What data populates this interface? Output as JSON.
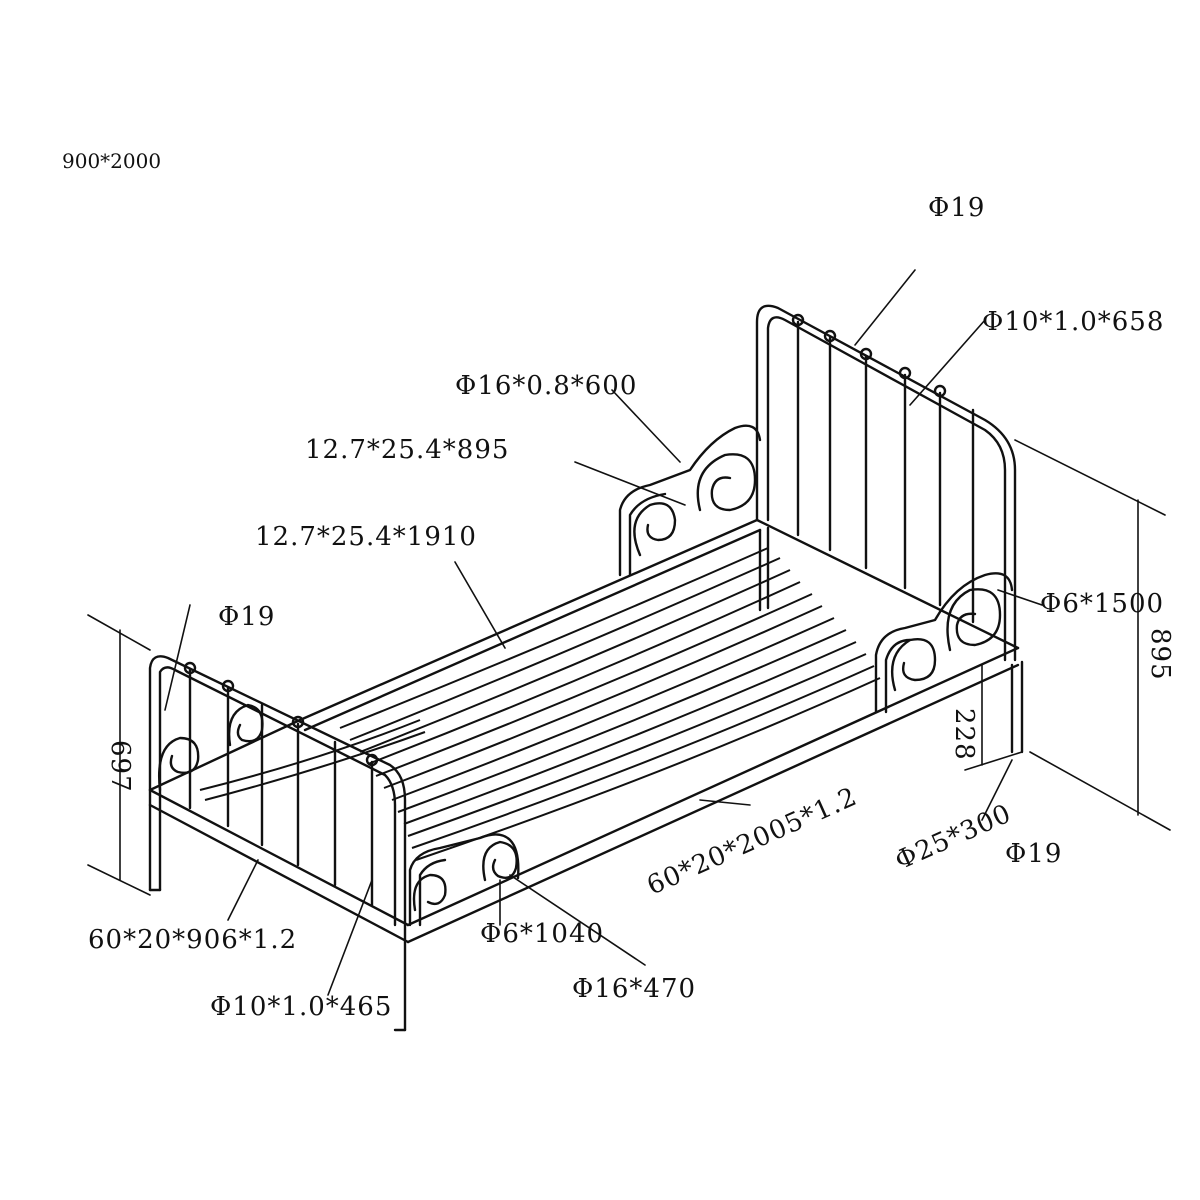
{
  "labels": {
    "size": "900*2000",
    "head_post_dia": "Φ19",
    "head_bar": "Φ10*1.0*658",
    "side_scroll_bar": "Φ16*0.8*600",
    "side_rail_short": "12.7*25.4*895",
    "side_rail_long": "12.7*25.4*1910",
    "foot_post_dia": "Φ19",
    "head_scroll": "Φ6*1500",
    "head_height": "895",
    "leg_height": "228",
    "foot_height": "697",
    "long_frame": "60*20*2005*1.2",
    "leg_post": "Φ25*300",
    "leg_dia": "Φ19",
    "end_frame": "60*20*906*1.2",
    "foot_scroll": "Φ6*1040",
    "foot_bar": "Φ10*1.0*465",
    "foot_scroll_bar": "Φ16*470"
  }
}
